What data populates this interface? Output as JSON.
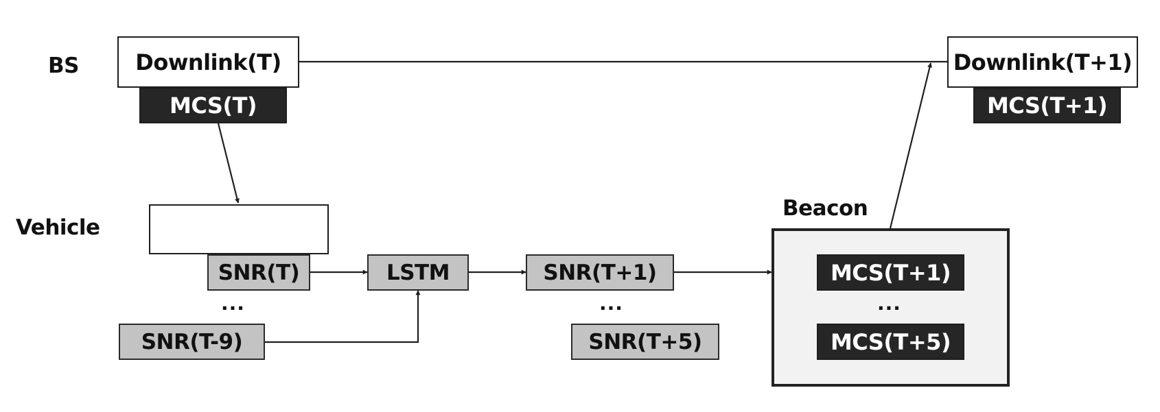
{
  "labels": {
    "bs": "BS",
    "vehicle": "Vehicle",
    "beacon": "Beacon"
  },
  "bs": {
    "downlink_t": "Downlink(T)",
    "mcs_t": "MCS(T)",
    "downlink_t1": "Downlink(T+1)",
    "mcs_t1": "MCS(T+1)"
  },
  "vehicle": {
    "snr_t": "SNR(T)",
    "ellipsis_in": "...",
    "snr_t9": "SNR(T-9)",
    "lstm": "LSTM",
    "snr_t1": "SNR(T+1)",
    "ellipsis_out": "...",
    "snr_t5": "SNR(T+5)"
  },
  "beacon": {
    "mcs_t1": "MCS(T+1)",
    "ellipsis": "...",
    "mcs_t5": "MCS(T+5)"
  },
  "colors": {
    "dark_box": "#262626",
    "gray_box": "#c3c3c3",
    "panel": "#f2f2f2",
    "line": "#1e1e1e"
  }
}
